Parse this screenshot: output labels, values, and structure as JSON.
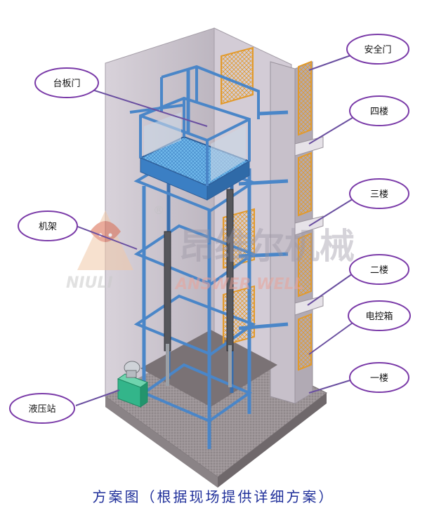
{
  "caption": "方案图（根据现场提供详细方案）",
  "watermark": {
    "brand_cn": "昂维尔机械",
    "brand_en_left": "NIULI",
    "brand_en_right": "ANSWER WELL",
    "registered": "®"
  },
  "callouts": {
    "safety_door": "安全门",
    "floor_4": "四楼",
    "floor_3": "三楼",
    "floor_2": "二楼",
    "control_box": "电控箱",
    "floor_1": "一楼",
    "platform_door": "台板门",
    "frame": "机架",
    "hydraulic_station": "液压站"
  },
  "colors": {
    "frame_blue": "#4a86c8",
    "frame_dark": "#2e5f9a",
    "building_gray": "#c9c3cc",
    "building_dark": "#a59ea8",
    "door_orange": "#e39a2a",
    "callout_border": "#7a3aa8",
    "leader_line": "#6a4fa0",
    "caption": "#1f2f9a",
    "platform": "#3f9fe0",
    "station_green": "#33b58a"
  },
  "icons": [
    "hydraulic-motor-icon",
    "watermark-bull-logo-icon"
  ]
}
